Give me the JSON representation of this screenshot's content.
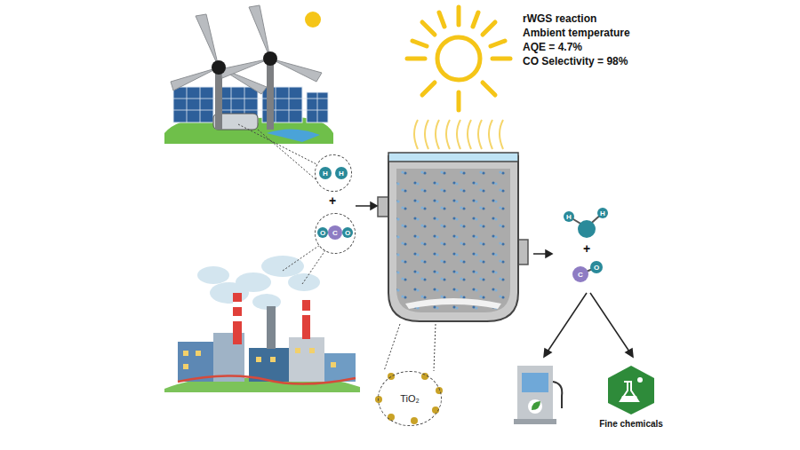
{
  "diagram": {
    "nodes": [
      {
        "text": [
          "H",
          "H"
        ]
      },
      {
        "text": [
          "C",
          "O",
          "O"
        ]
      },
      {
        "text": [
          "TiO₂"
        ]
      },
      {
        "text": [
          "Fine chemicals"
        ]
      }
    ],
    "edges": [],
    "labels": [
      "rWGS reaction",
      "Ambient temperature",
      "AQE = 4.7%",
      "CO Selectivity = 98%",
      "+",
      "+",
      "H",
      "H",
      "C",
      "O"
    ]
  }
}
